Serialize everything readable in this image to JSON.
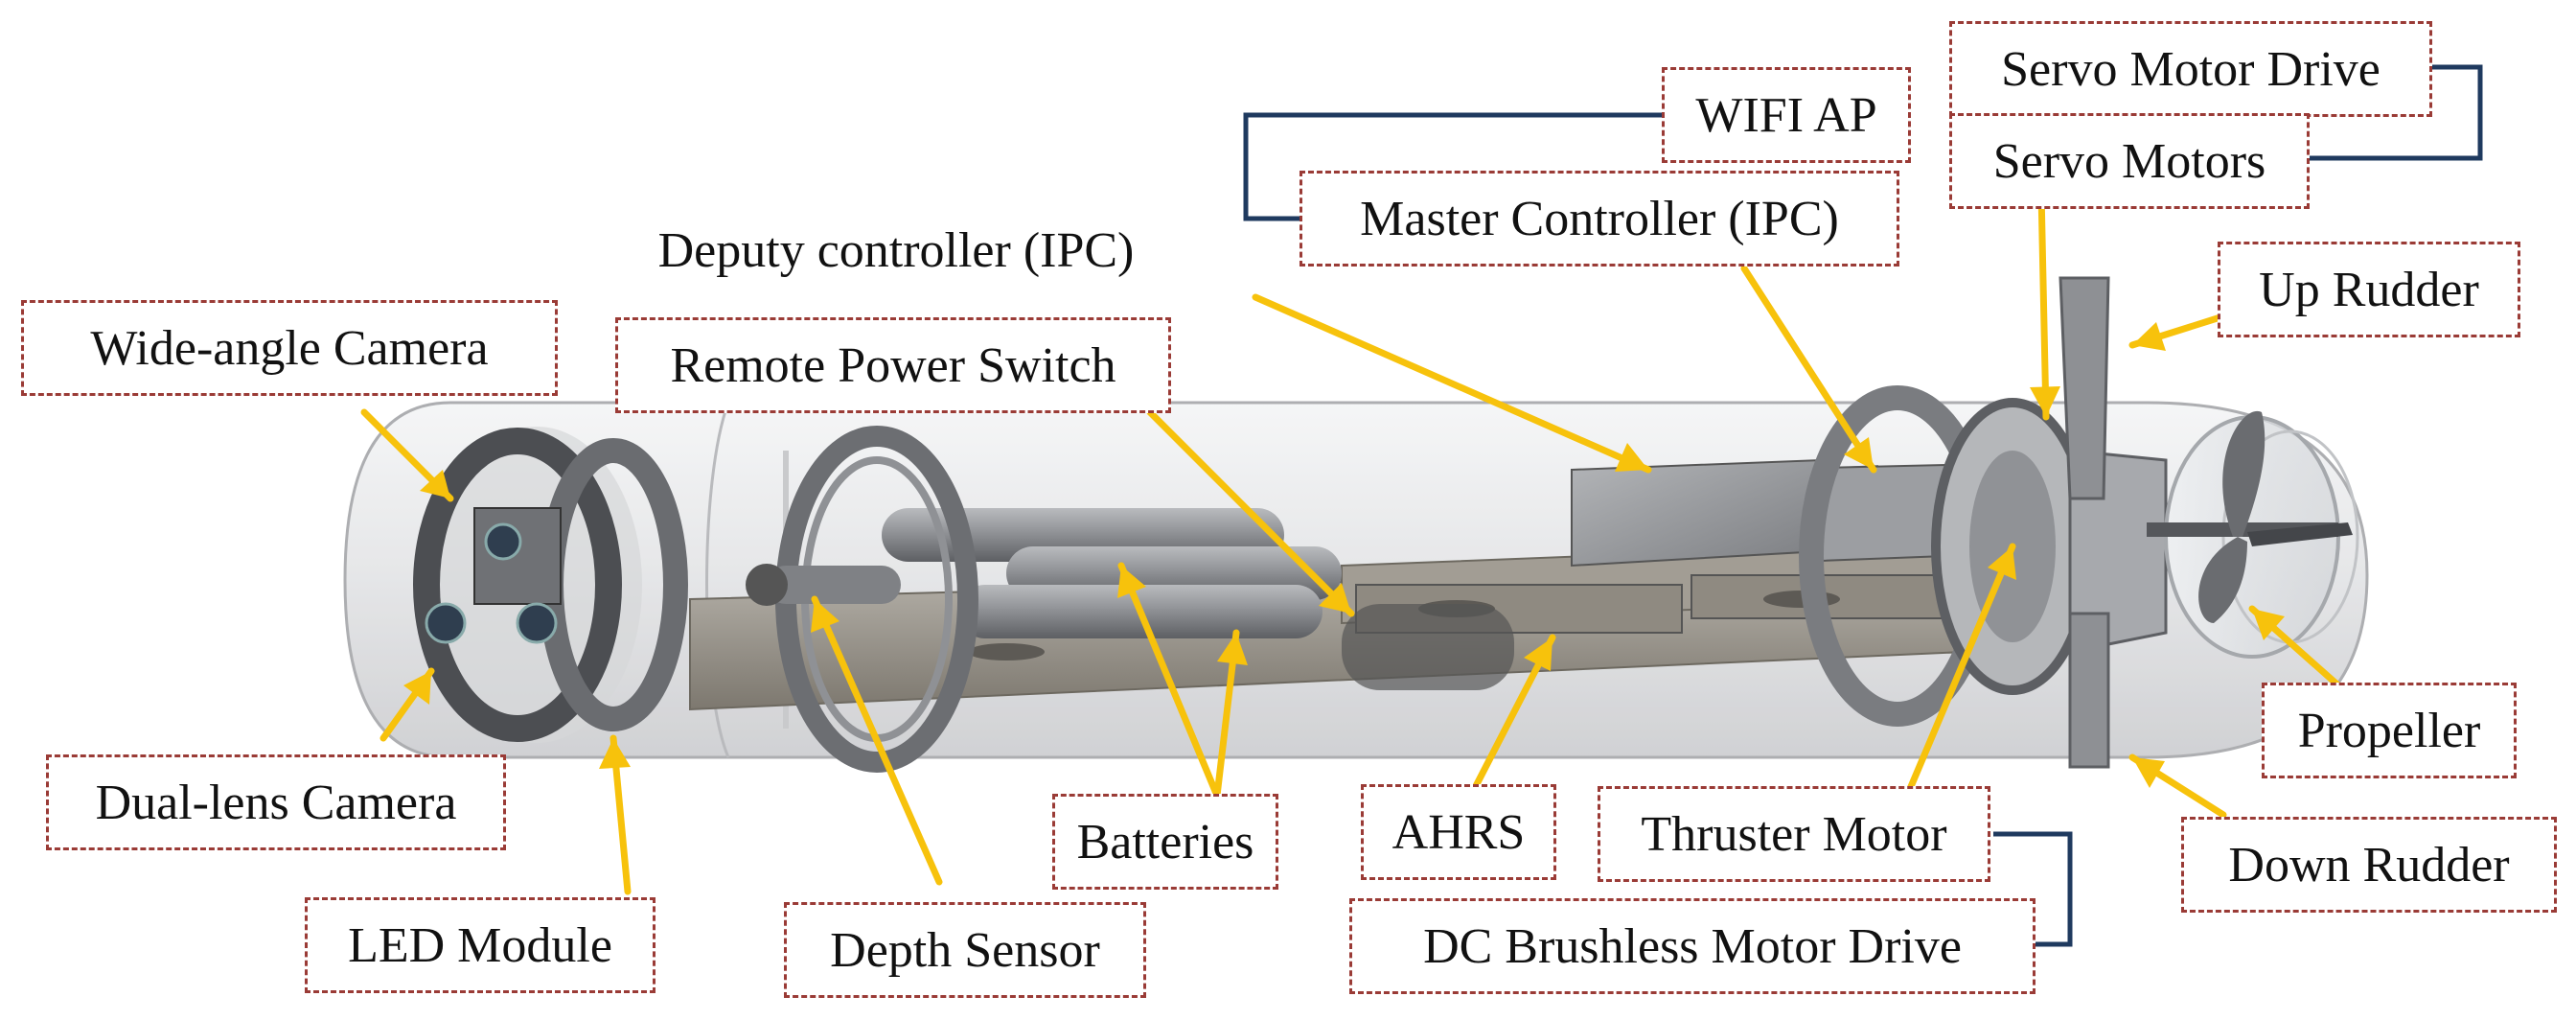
{
  "labels": {
    "wide_angle_camera": "Wide-angle Camera",
    "dual_lens_camera": "Dual-lens Camera",
    "led_module": "LED Module",
    "remote_power_switch": "Remote Power Switch",
    "deputy_controller": "Deputy controller (IPC)",
    "depth_sensor": "Depth Sensor",
    "batteries": "Batteries",
    "ahrs": "AHRS",
    "wifi_ap": "WIFI AP",
    "master_controller": "Master Controller (IPC)",
    "thruster_motor": "Thruster Motor",
    "dc_brushless_motor_drive": "DC Brushless Motor Drive",
    "servo_motor_drive": "Servo Motor Drive",
    "servo_motors": "Servo Motors",
    "up_rudder": "Up Rudder",
    "propeller": "Propeller",
    "down_rudder": "Down Rudder"
  },
  "colors": {
    "leader_line": "#f7c20c",
    "bracket": "#1f3a5f",
    "label_border": "#9a3b36",
    "hull": "#d8d9dc",
    "metal": "#8a8c90"
  }
}
